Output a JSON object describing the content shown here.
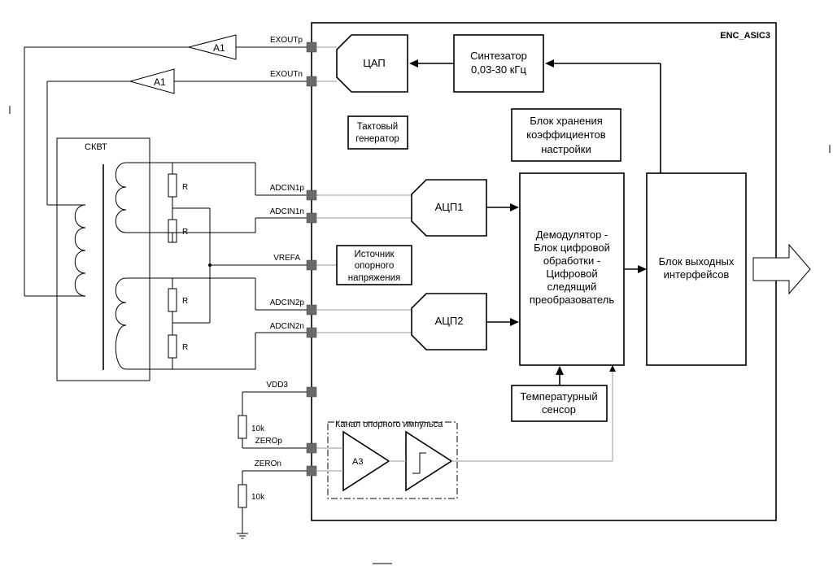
{
  "chip": {
    "name": "ENC_ASIC3"
  },
  "pins": {
    "exoutp": "EXOUTp",
    "exoutn": "EXOUTn",
    "adcin1p": "ADCIN1p",
    "adcin1n": "ADCIN1n",
    "vrefa": "VREFA",
    "adcin2p": "ADCIN2p",
    "adcin2n": "ADCIN2n",
    "vdd3": "VDD3",
    "zerop": "ZEROp",
    "zeron": "ZEROn"
  },
  "amps": {
    "a1_top": "A1",
    "a1_bottom": "A1",
    "a3": "A3"
  },
  "blocks": {
    "dac": "ЦАП",
    "synth_line1": "Синтезатор",
    "synth_line2": "0,03-30 кГц",
    "clock_line1": "Тактовый",
    "clock_line2": "генератор",
    "coef_line1": "Блок хранения",
    "coef_line2": "коэффициентов",
    "coef_line3": "настройки",
    "adc1": "АЦП1",
    "adc2": "АЦП2",
    "ref_line1": "Источник",
    "ref_line2": "опорного",
    "ref_line3": "напряжения",
    "demod_line1": "Демодулятор -",
    "demod_line2": "Блок цифровой",
    "demod_line3": "обработки -",
    "demod_line4": "Цифровой",
    "demod_line5": "следящий",
    "demod_line6": "преобразователь",
    "out_line1": "Блок выходных",
    "out_line2": "интерфейсов",
    "temp_line1": "Температурный",
    "temp_line2": "сенсор",
    "ref_pulse_channel": "Канал опорного импульса"
  },
  "external": {
    "resolver": "СКВТ",
    "r1": "R",
    "r2": "R",
    "r3": "R",
    "r4": "R",
    "pullup": "10k",
    "pulldown": "10k"
  }
}
